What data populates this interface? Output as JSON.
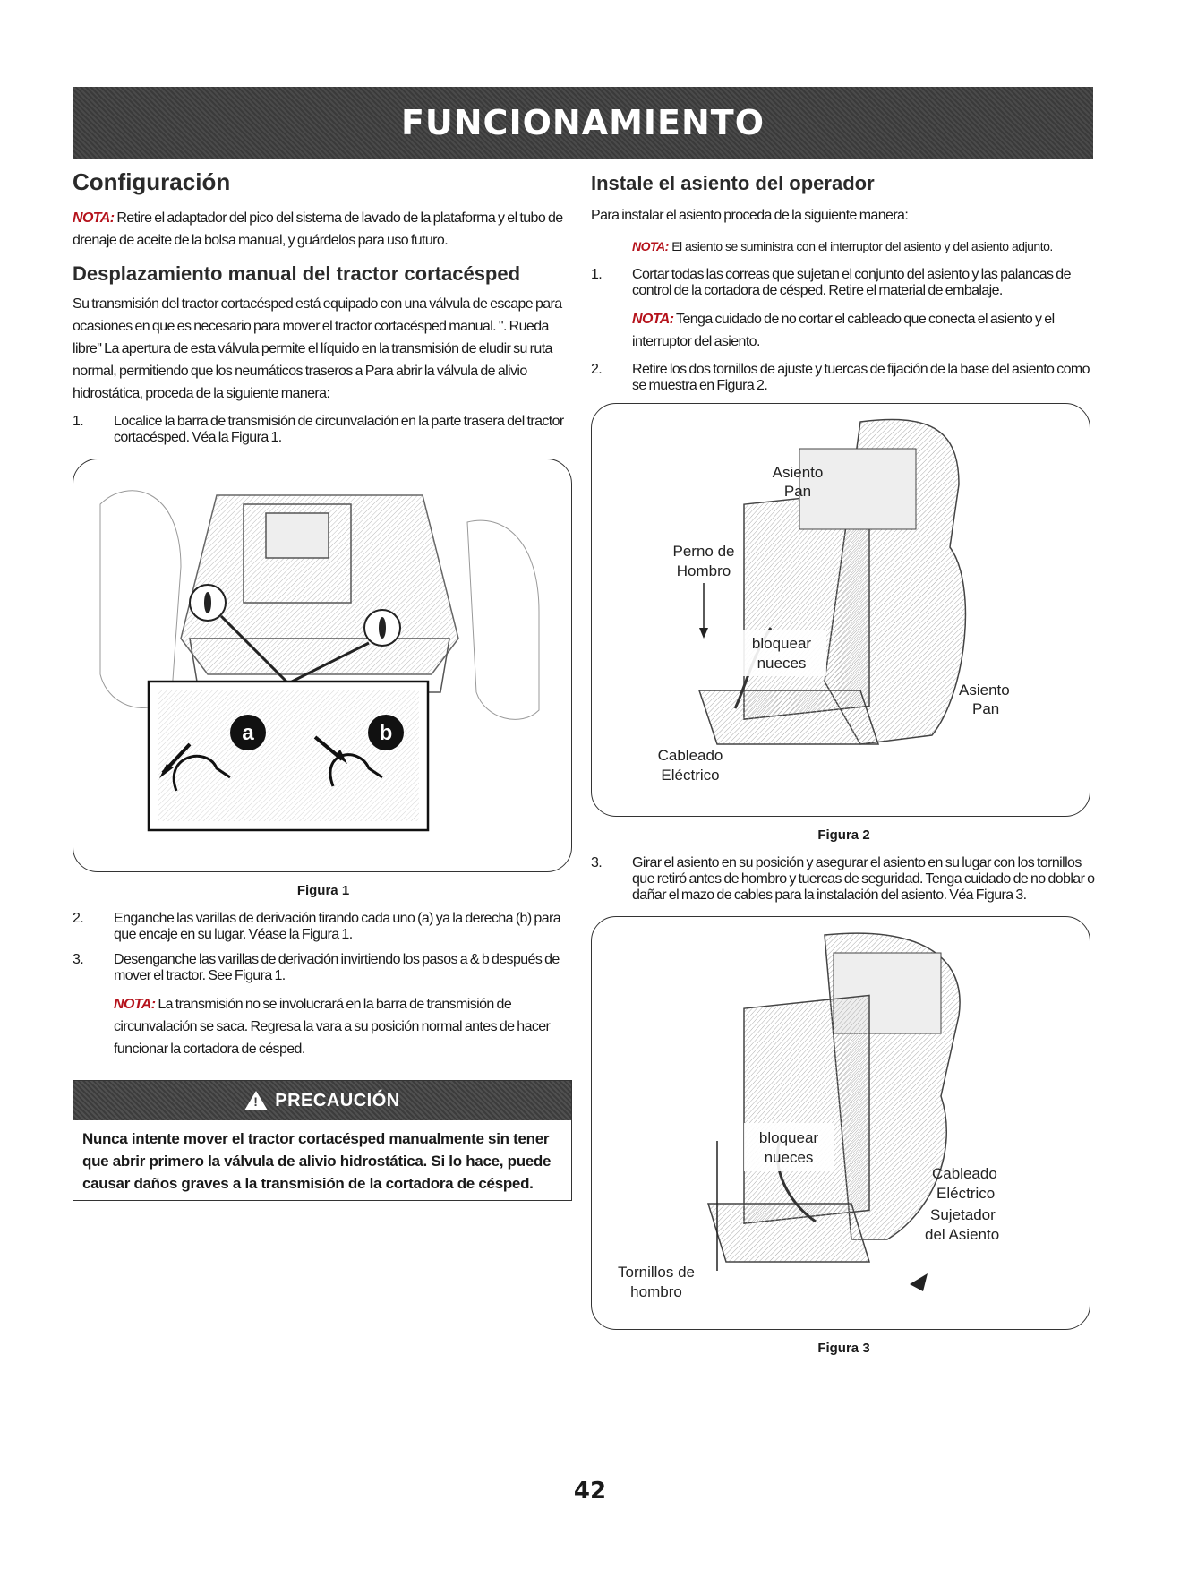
{
  "header": {
    "title": "FUNCIONAMIENTO"
  },
  "left": {
    "section_title": "Configuración",
    "nota1_label": "NOTA:",
    "nota1_text": "Retire el adaptador del pico del sistema de lavado de la plataforma y el tubo de drenaje de aceite de la bolsa manual, y guárdelos para uso futuro.",
    "subsection_title": "Desplazamiento manual del tractor cortacésped",
    "intro": "Su transmisión del tractor cortacésped está equipado con una válvula de escape para ocasiones en que es necesario para mover el tractor cortacésped manual. \". Rueda libre\" La apertura de esta válvula permite el líquido en la transmisión de eludir su ruta normal, permitiendo que los neumáticos traseros a Para abrir la válvula de alivio hidrostática, proceda de la siguiente manera:",
    "step1_num": "1.",
    "step1": "Localice la barra de transmisión de circunvalación en la parte trasera del tractor cortacésped. Véa la Figura 1.",
    "figure1_caption": "Figura 1",
    "figure1_label_a": "a",
    "figure1_label_b": "b",
    "step2_num": "2.",
    "step2": "Enganche las varillas de derivación tirando cada uno (a) ya la derecha (b) para que encaje en su lugar. Véase la Figura 1.",
    "step3_num": "3.",
    "step3": "Desenganche las varillas de derivación invirtiendo los pasos a & b después de mover el tractor. See Figura 1.",
    "nota2_label": "NOTA:",
    "nota2_text": "La transmisión no se involucrará en la barra de transmisión de circunvalación se saca. Regresa la vara a su posición normal antes de hacer funcionar la cortadora de césped.",
    "caution_title": "PRECAUCIÓN",
    "caution_text": "Nunca intente mover el tractor cortacésped manualmente sin tener que abrir primero la válvula de alivio hidrostática. Si lo hace, puede causar daños graves a la transmisión de la cortadora de césped."
  },
  "right": {
    "section_title": "Instale el asiento del operador",
    "intro": "Para instalar el asiento proceda de la siguiente manera:",
    "nota1_label": "NOTA:",
    "nota1_text": "El asiento se suministra con el interruptor del asiento y del asiento adjunto.",
    "step1_num": "1.",
    "step1": "Cortar todas las correas que sujetan el conjunto del asiento y las palancas de control de la cortadora de césped. Retire el material de embalaje.",
    "nota2_label": "NOTA:",
    "nota2_text": "Tenga cuidado de no cortar el cableado que conecta el asiento y el interruptor del asiento.",
    "step2_num": "2.",
    "step2": "Retire los dos tornillos de ajuste y tuercas de fijación de la base del asiento como se muestra en Figura 2.",
    "figure2_caption": "Figura 2",
    "fig2": {
      "asiento_pan_top_1": "Asiento",
      "asiento_pan_top_2": "Pan",
      "perno_1": "Perno de",
      "perno_2": "Hombro",
      "bloquear_1": "bloquear",
      "bloquear_2": "nueces",
      "asiento_pan_right_1": "Asiento",
      "asiento_pan_right_2": "Pan",
      "cableado_1": "Cableado",
      "cableado_2": "Eléctrico"
    },
    "step3_num": "3.",
    "step3": "Girar el asiento en su posición y asegurar el asiento en su lugar con los tornillos que retiró antes de hombro y tuercas de seguridad. Tenga cuidado de no doblar o dañar el mazo de cables para la instalación del asiento. Véa Figura 3.",
    "figure3_caption": "Figura 3",
    "fig3": {
      "bloquear_1": "bloquear",
      "bloquear_2": "nueces",
      "cableado_1": "Cableado",
      "cableado_2": "Eléctrico",
      "sujetador_1": "Sujetador",
      "sujetador_2": "del Asiento",
      "tornillos_1": "Tornillos de",
      "tornillos_2": "hombro"
    }
  },
  "page_number": "42"
}
